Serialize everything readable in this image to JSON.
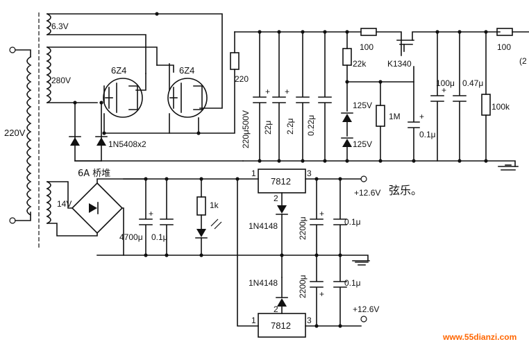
{
  "transformer": {
    "primary": "220V",
    "heater": "6.3V",
    "hv": "280V",
    "lv": "14V"
  },
  "tubes": {
    "left": "6Z4",
    "right": "6Z4"
  },
  "diodes": {
    "hv_rect": "1N5408x2",
    "reg_bias": "1N4148",
    "reg_bias_2": "1N4148",
    "zener_a": "125V",
    "zener_b": "125V"
  },
  "bridge": {
    "label": "6A 桥堆"
  },
  "hv_section": {
    "r_series": "220",
    "c1": "220μ500V",
    "c2": "22μ",
    "c3": "2.2μ",
    "c4": "0.22μ",
    "r_100a": "100",
    "r_22k": "22k",
    "r_1m": "1M",
    "mosfet": "K1340",
    "c_gate": "0.1μ",
    "c_100u": "100μ",
    "c_047": "0.47μ",
    "r_100b": "100",
    "r_100k": "100k",
    "partial": "(2"
  },
  "lv_section": {
    "c_main": "4700μ",
    "c_main_b": "0.1μ",
    "r_led": "1k",
    "reg_top": "7812",
    "reg_bot": "7812",
    "pin1_top": "1",
    "pin3_top": "3",
    "pin2_top": "2",
    "pin2_bot": "2",
    "pin1_bot": "1",
    "pin3_bot": "3",
    "c_2200_top": "2200μ",
    "c_01_top": "0.1μ",
    "c_2200_bot": "2200μ",
    "c_01_bot": "0.1μ",
    "out_top": "+12.6V",
    "out_top_note": "弦乐。",
    "out_bot": "+12.6V"
  },
  "watermark": "www.55dianzi.com",
  "plus": "+"
}
